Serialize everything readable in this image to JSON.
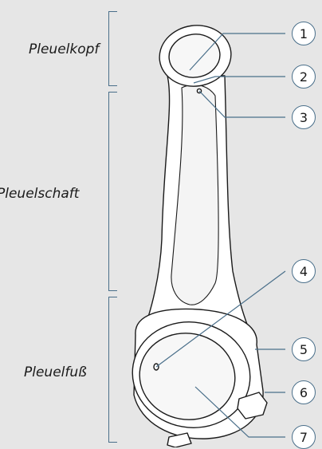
{
  "sections": [
    {
      "label": "Pleuelkopf"
    },
    {
      "label": "Pleuelschaft"
    },
    {
      "label": "Pleuelfuß"
    }
  ],
  "callouts": [
    "1",
    "2",
    "3",
    "4",
    "5",
    "6",
    "7"
  ],
  "colors": {
    "background": "#e6e6e6",
    "line": "#4a6f8a",
    "outline": "#1a1a1a"
  }
}
